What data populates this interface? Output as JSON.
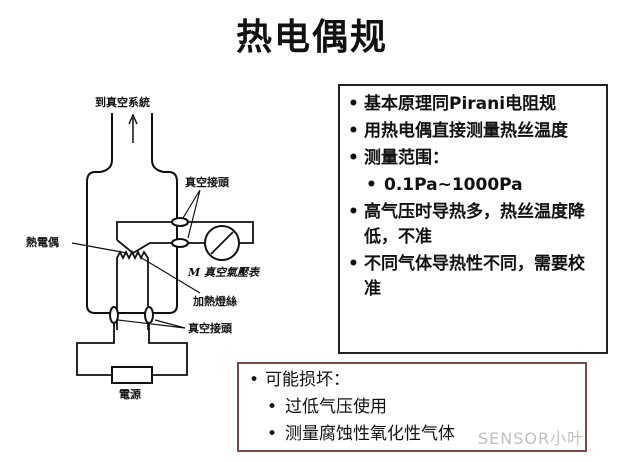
{
  "title": "热电偶规",
  "diagram": {
    "to_vacuum": "到真空系統",
    "vacuum_joint_top": "真空接頭",
    "thermocouple": "熱電偶",
    "gauge": "M 真空氣壓表",
    "heater": "加熱燈絲",
    "vacuum_joint_bottom": "真空接頭",
    "power": "電源"
  },
  "right_box": {
    "items": [
      "基本原理同Pirani电阻规",
      "用热电偶直接测量热丝温度",
      "测量范围：",
      "0.1Pa~1000Pa",
      "高气压时导热多，热丝温度降低，不准",
      "不同气体导热性不同，需要校准"
    ]
  },
  "bottom_box": {
    "items": [
      "可能损坏：",
      "过低气压使用",
      "测量腐蚀性氧化性气体"
    ]
  },
  "watermark": "SENSOR小叶"
}
